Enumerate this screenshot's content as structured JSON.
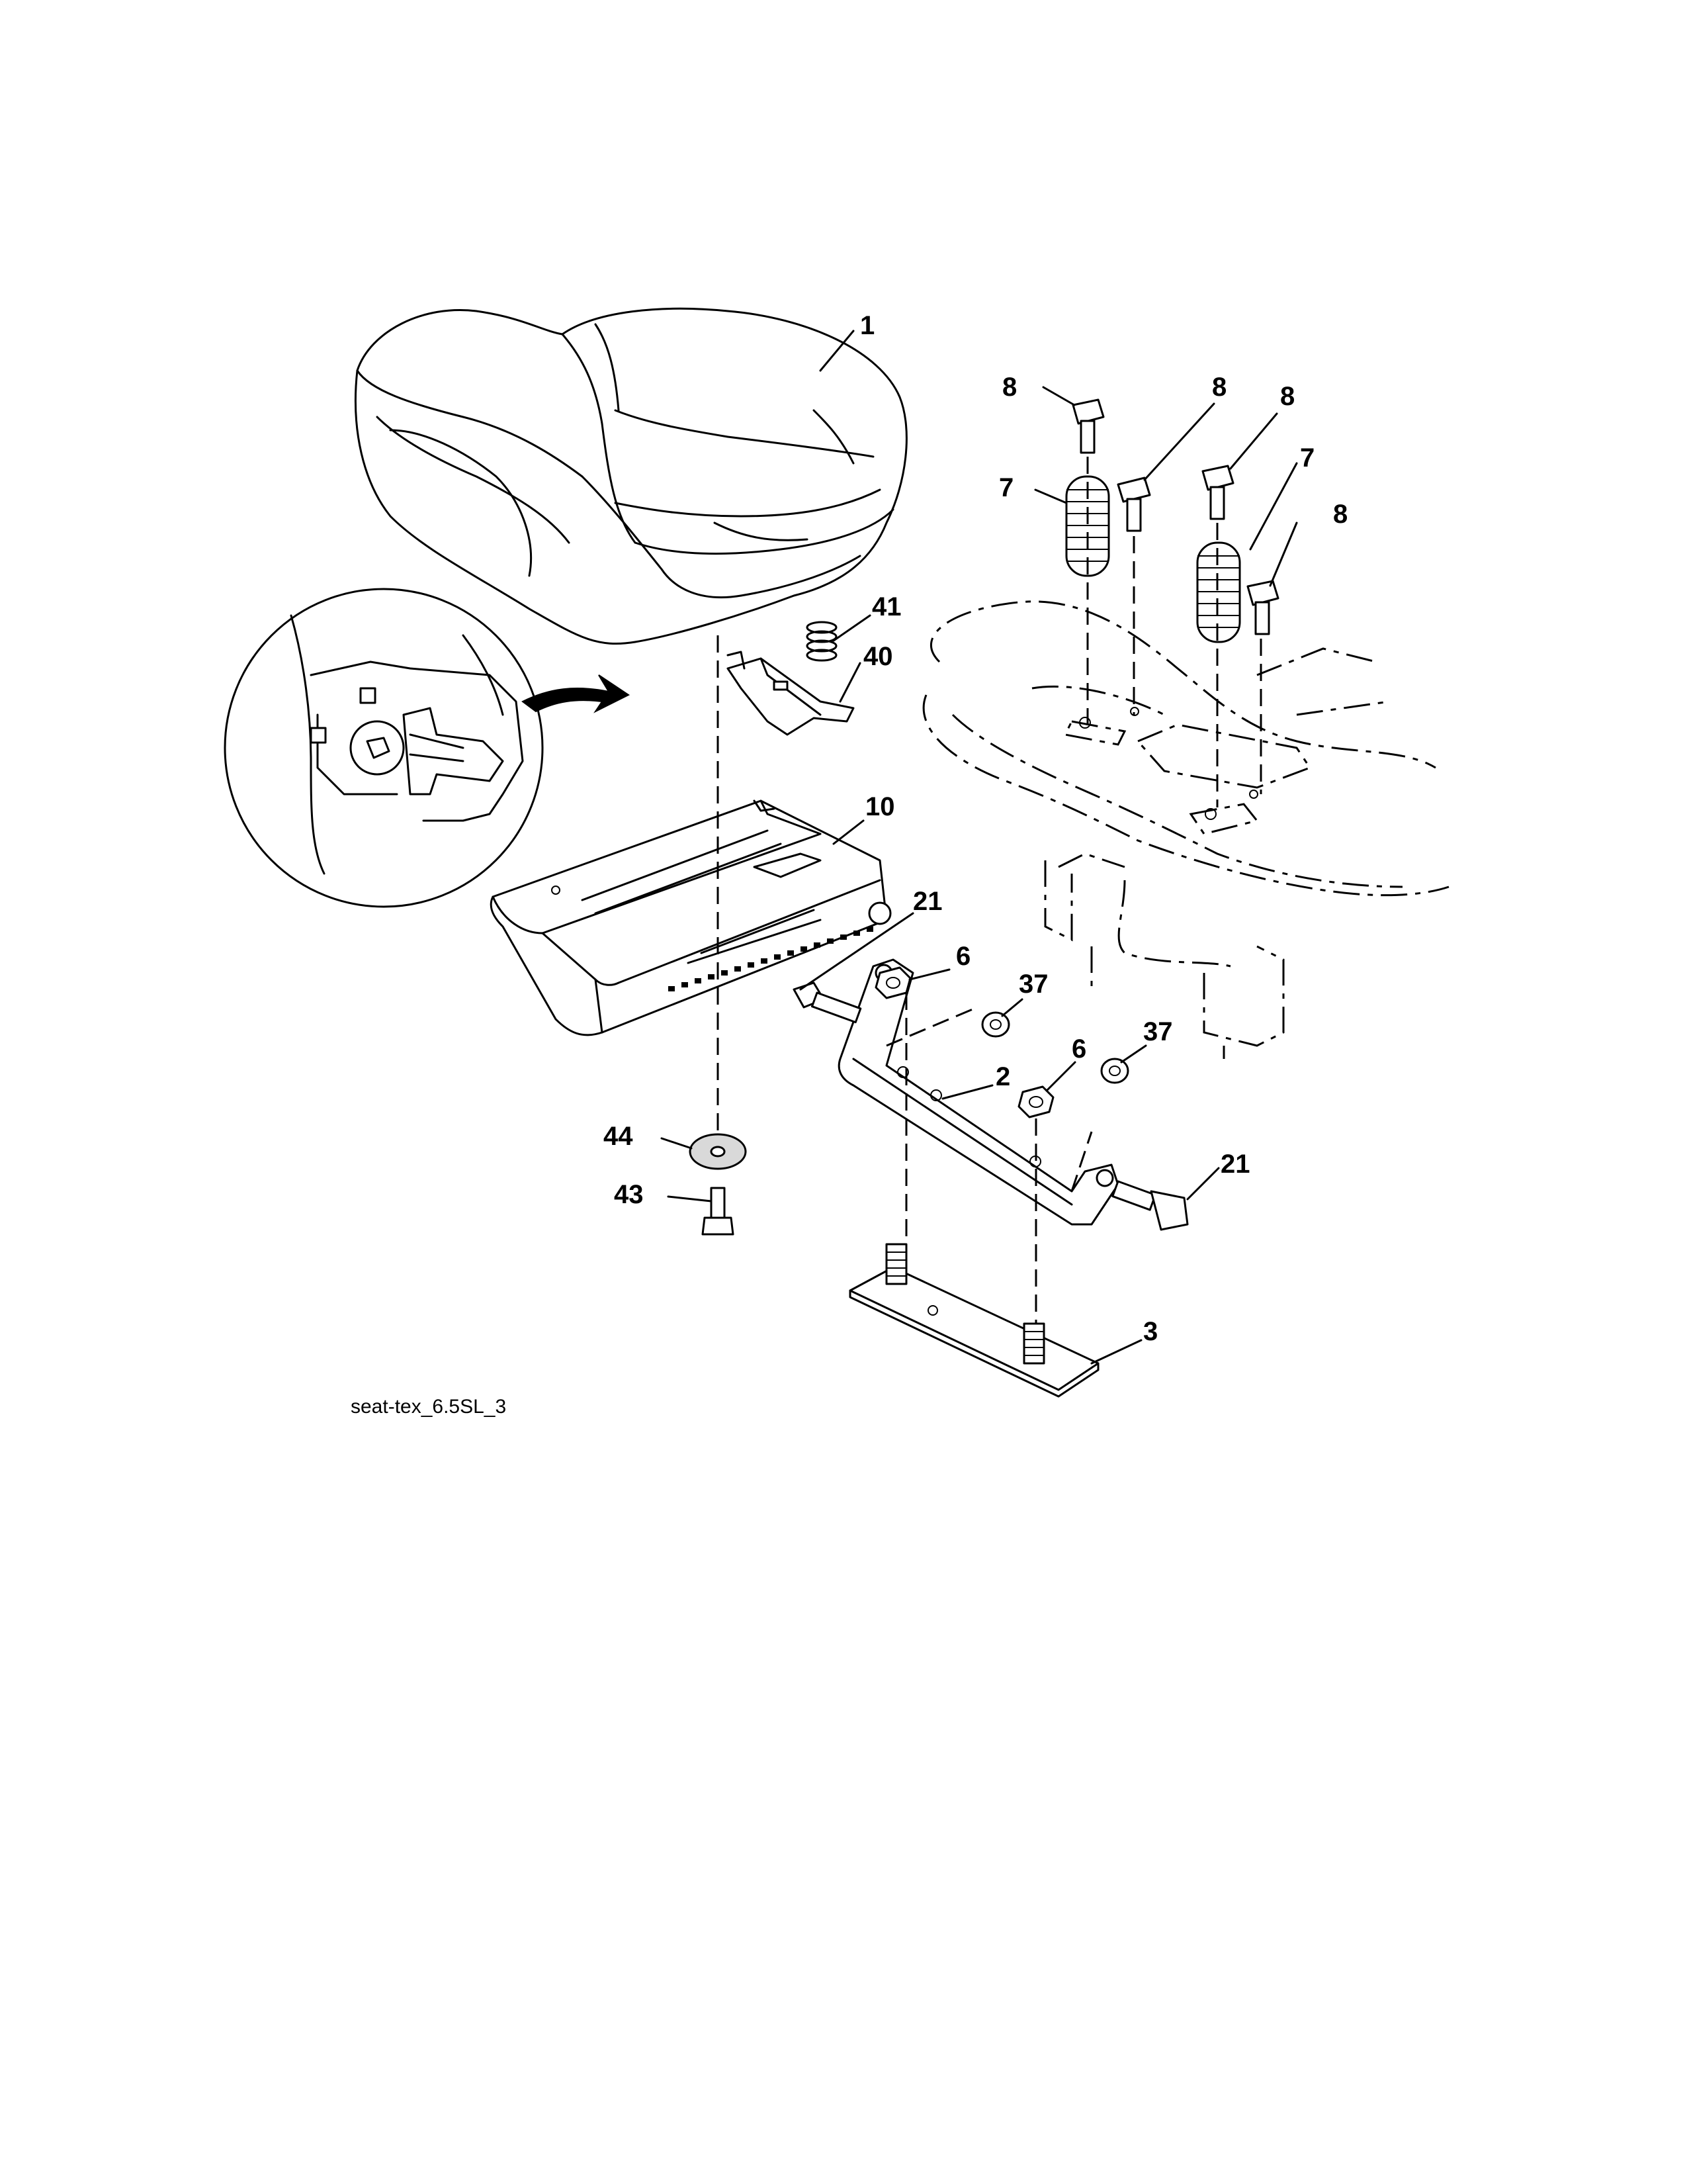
{
  "caption": "seat-tex_6.5SL_3",
  "callouts": [
    {
      "id": "c1",
      "text": "1"
    },
    {
      "id": "c8a",
      "text": "8"
    },
    {
      "id": "c8b",
      "text": "8"
    },
    {
      "id": "c8c",
      "text": "8"
    },
    {
      "id": "c8d",
      "text": "8"
    },
    {
      "id": "c7a",
      "text": "7"
    },
    {
      "id": "c7b",
      "text": "7"
    },
    {
      "id": "c41",
      "text": "41"
    },
    {
      "id": "c40",
      "text": "40"
    },
    {
      "id": "c10",
      "text": "10"
    },
    {
      "id": "c21a",
      "text": "21"
    },
    {
      "id": "c6a",
      "text": "6"
    },
    {
      "id": "c37a",
      "text": "37"
    },
    {
      "id": "c6b",
      "text": "6"
    },
    {
      "id": "c37b",
      "text": "37"
    },
    {
      "id": "c2",
      "text": "2"
    },
    {
      "id": "c44",
      "text": "44"
    },
    {
      "id": "c43",
      "text": "43"
    },
    {
      "id": "c21b",
      "text": "21"
    },
    {
      "id": "c3",
      "text": "3"
    }
  ]
}
